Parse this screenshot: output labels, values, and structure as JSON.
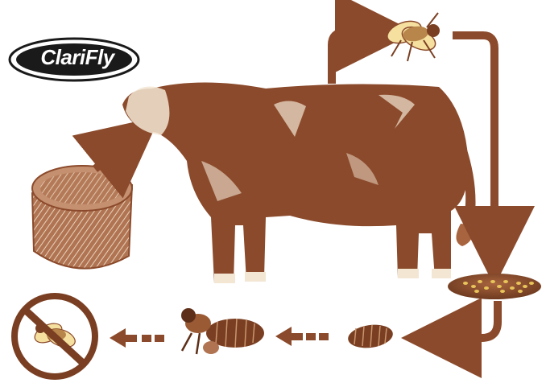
{
  "logo": {
    "brand_text": "ClariFly"
  },
  "colors": {
    "brown": "#8b4a2b",
    "light_brown": "#c9956d",
    "cream": "#f3e6d3",
    "egg_yellow": "#e8c45a",
    "stop_brown": "#7a3f22",
    "logo_dark": "#1a1a1a"
  },
  "icons": [
    "feed-tub-icon",
    "cow-icon",
    "adult-fly-icon",
    "fly-eggs-icon",
    "larva-icon",
    "pupa-emerging-fly-icon",
    "no-fly-icon"
  ],
  "cycle_steps": [
    "feed-tub",
    "cow",
    "adult-fly",
    "eggs-in-manure",
    "larva",
    "pupa-emerging",
    "no-fly"
  ]
}
